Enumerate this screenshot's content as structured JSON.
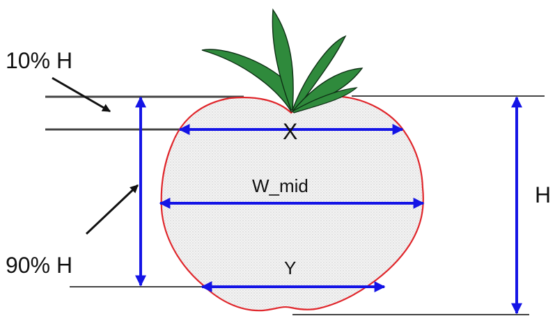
{
  "labels": {
    "ten_pct_h": "10% H",
    "ninety_pct_h": "90% H",
    "h": "H",
    "x": "X",
    "w_mid": "W_mid",
    "y": "Y"
  },
  "colors": {
    "outline": "#e0262b",
    "fill": "#ececec",
    "measure": "#1414e6",
    "reference_line": "#444444",
    "leaf": "#2f8a3c",
    "leaf_edge": "#0d2f14"
  }
}
